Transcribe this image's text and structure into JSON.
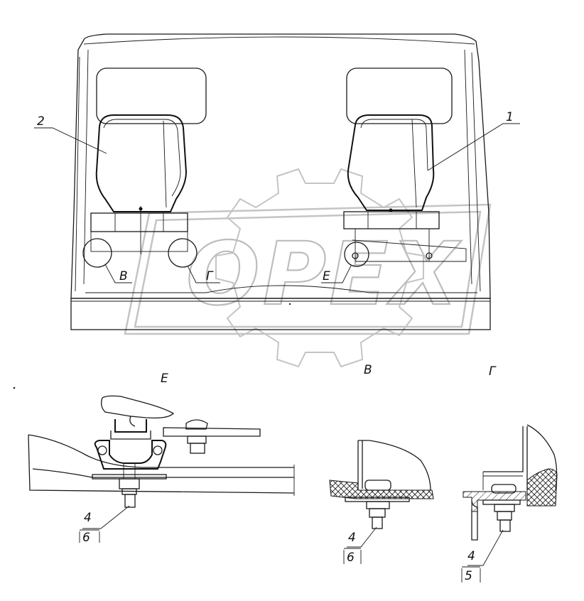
{
  "watermark": {
    "text": "OPEX",
    "color": "#c4c4c4"
  },
  "main_view": {
    "callouts": [
      {
        "id": "seat-left",
        "label": "2"
      },
      {
        "id": "seat-right",
        "label": "1"
      }
    ],
    "detail_markers": [
      {
        "id": "marker-v",
        "label": "В"
      },
      {
        "id": "marker-g",
        "label": "Г"
      },
      {
        "id": "marker-e",
        "label": "Е"
      }
    ]
  },
  "details": [
    {
      "id": "detail-e",
      "title": "Е",
      "part_top": "4",
      "part_bottom": "6"
    },
    {
      "id": "detail-v",
      "title": "В",
      "part_top": "4",
      "part_bottom": "6"
    },
    {
      "id": "detail-g",
      "title": "Г",
      "part_top": "4",
      "part_bottom": "5"
    }
  ]
}
